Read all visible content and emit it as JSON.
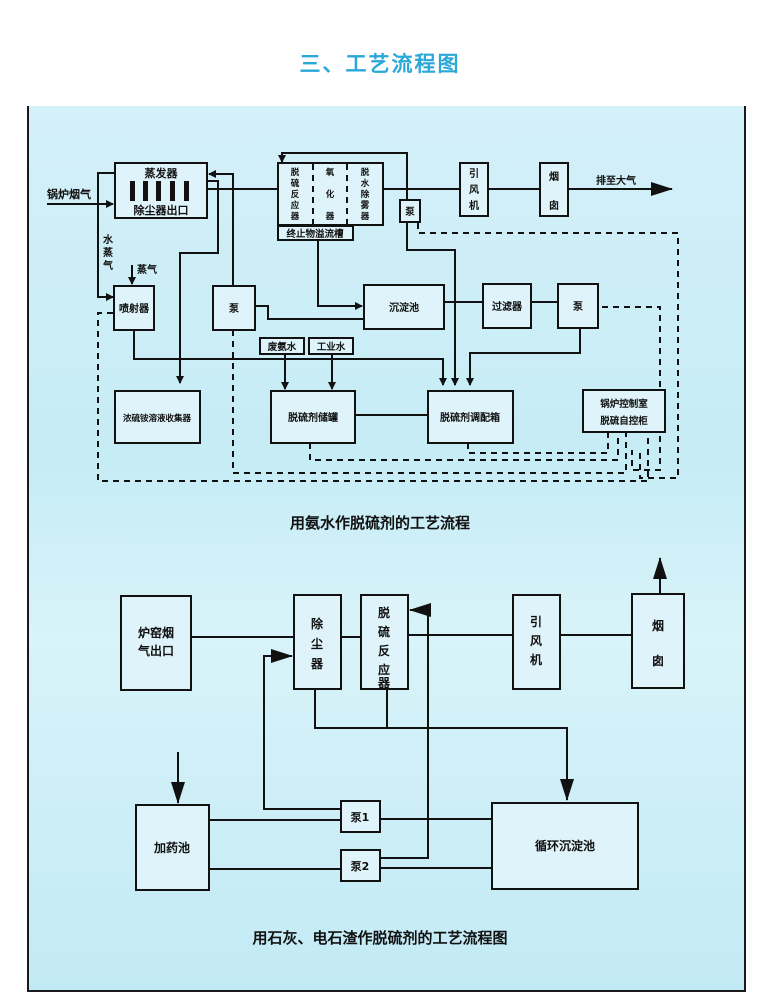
{
  "page_title": "三、工艺流程图",
  "diagram1": {
    "caption": "用氨水作脱硫剂的工艺流程",
    "input_label": "锅炉烟气",
    "steam_label": "水蒸气",
    "steam2_label": "蒸气",
    "exhaust_label": "排至大气",
    "evaporator": {
      "top": "蒸发器",
      "bottom": "除尘器出口"
    },
    "reactor_cols": [
      "脱硫反应器",
      "氧化器",
      "脱水除雾器"
    ],
    "overflow_tank": "终止物溢流槽",
    "pump": "泵",
    "fan": "引风机",
    "chimney": "烟囱",
    "ejector": "喷射器",
    "settling_tank": "沉淀池",
    "filter": "过滤器",
    "waste_ammonia": "废氨水",
    "industrial_water": "工业水",
    "collector": "浓硫铵溶液收集器",
    "storage_tank": "脱硫剂储罐",
    "mixing_tank": "脱硫剂调配箱",
    "control": [
      "锅炉控制室",
      "脱硫自控柜"
    ]
  },
  "diagram2": {
    "caption": "用石灰、电石渣作脱硫剂的工艺流程图",
    "kiln_outlet": "炉窑烟气出口",
    "dust_collector": "除尘器",
    "reactor": "脱硫反应器",
    "fan": "引风机",
    "chimney": "烟囱",
    "dosing_tank": "加药池",
    "pump1": "泵1",
    "pump2": "泵2",
    "recirc_tank": "循环沉淀池"
  }
}
